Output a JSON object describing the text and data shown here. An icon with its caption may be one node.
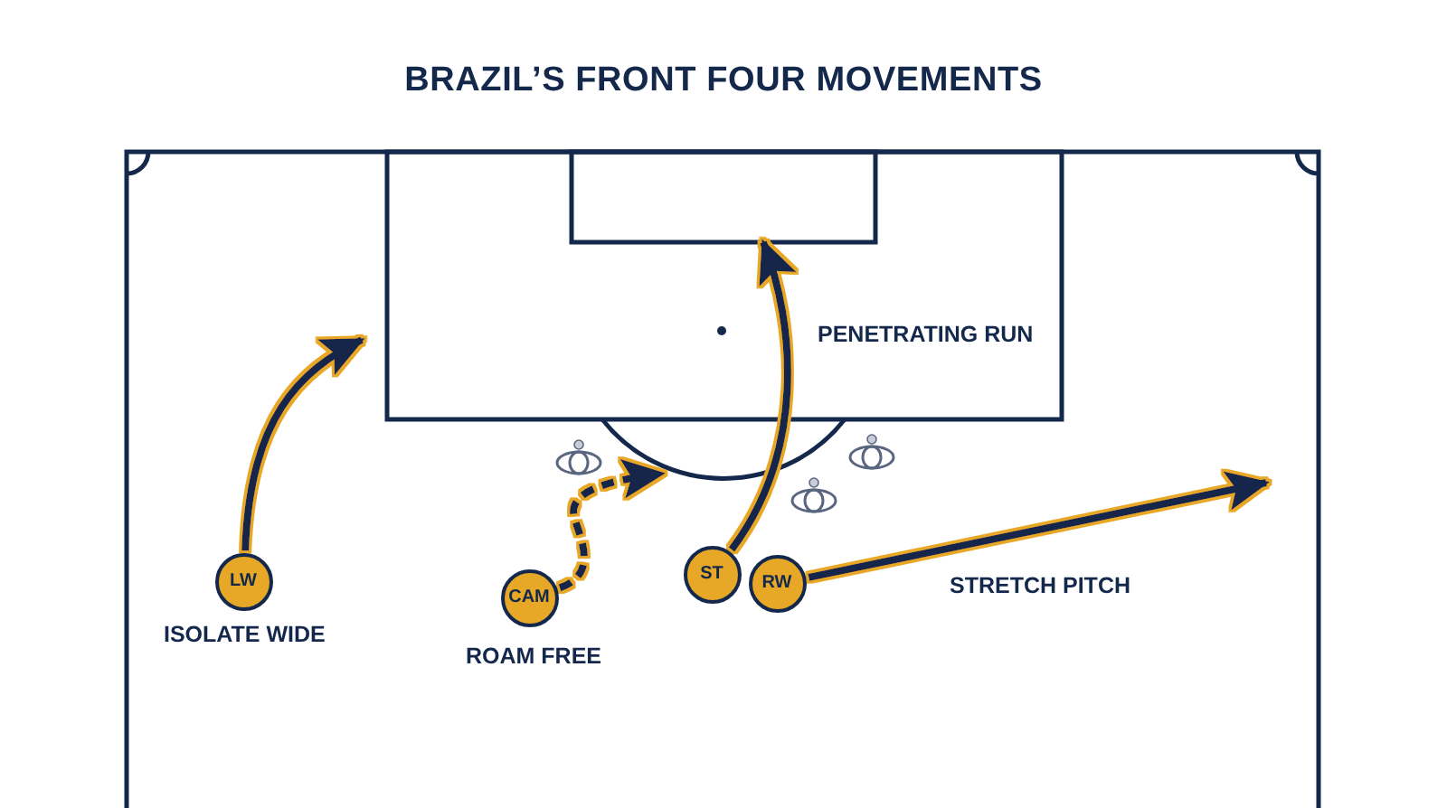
{
  "diagram": {
    "title": "BRAZIL’S FRONT FOUR MOVEMENTS",
    "nodes": [
      {
        "text": [
          "LW"
        ],
        "beside": [
          "ISOLATE WIDE"
        ]
      },
      {
        "text": [
          "CAM"
        ],
        "beside": [
          "ROAM FREE"
        ]
      },
      {
        "text": [
          "ST"
        ]
      },
      {
        "text": [
          "RW"
        ]
      }
    ],
    "edges": [
      {
        "from": 0,
        "to": null,
        "arrow": "to"
      },
      {
        "from": 1,
        "to": null,
        "arrow": "to",
        "style": "dashed"
      },
      {
        "from": 2,
        "to": null,
        "arrow": "to",
        "label": "PENETRATING RUN"
      },
      {
        "from": 3,
        "to": null,
        "arrow": "to",
        "label": "STRETCH PITCH"
      }
    ]
  }
}
